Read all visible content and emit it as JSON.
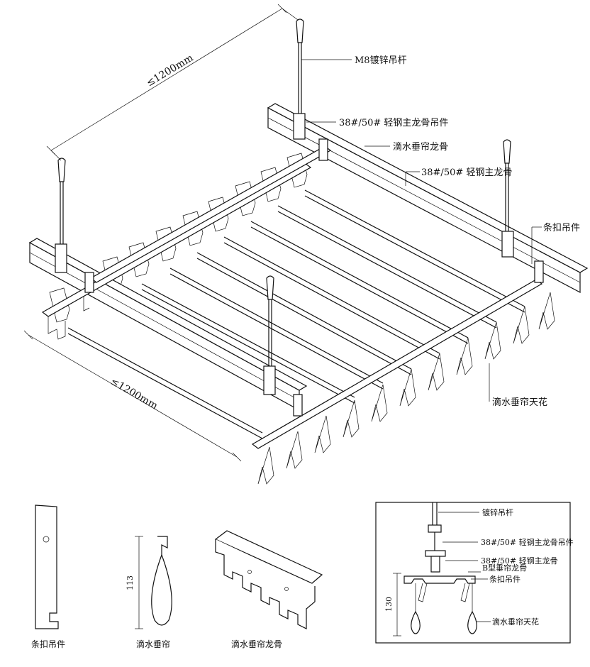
{
  "labels": {
    "rod": "M8镀锌吊杆",
    "main_hanger": "38#/50# 轻钢主龙骨吊件",
    "drip_keel": "滴水垂帘龙骨",
    "main_keel": "38#/50# 轻钢主龙骨",
    "clip_hanger": "条扣吊件",
    "drip_ceiling": "滴水垂帘天花",
    "dim_top": "≤1200mm",
    "dim_bottom": "≤1200mm"
  },
  "details": {
    "clip_hanger_caption": "条扣吊件",
    "drip_curtain_caption": "滴水垂帘",
    "drip_curtain_dim": "113",
    "drip_keel_caption": "滴水垂帘龙骨"
  },
  "section": {
    "rod": "镀锌吊杆",
    "main_hanger": "38#/50# 轻钢主龙骨吊件",
    "main_keel": "38#/50# 轻钢主龙骨",
    "b_keel": "B型垂帘龙骨",
    "clip_hanger": "条扣吊件",
    "drip_ceiling": "滴水垂帘天花",
    "dim": "130"
  }
}
